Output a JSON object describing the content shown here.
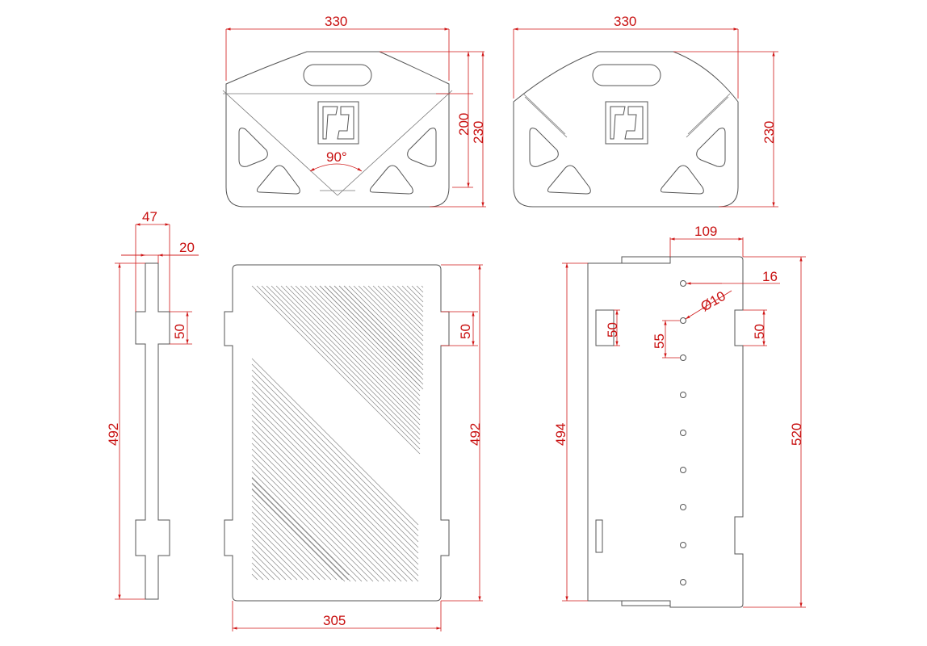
{
  "colors": {
    "dimension": "#c81010",
    "outline": "#555555",
    "background": "#ffffff"
  },
  "views": {
    "side_panel_a": {
      "width_label": "330",
      "height_label": "230",
      "inner_height_label": "200",
      "angle_label": "90°"
    },
    "side_panel_b": {
      "width_label": "330",
      "height_label": "230"
    },
    "edge_view": {
      "thickness_label": "47",
      "tab_label": "20",
      "slot_label": "50",
      "length_label": "492"
    },
    "slotted_plate": {
      "width_label": "305",
      "length_label": "492",
      "tab_label": "50"
    },
    "back_plate": {
      "top_width_label": "109",
      "offset_label": "16",
      "hole_label": "Ø10",
      "pitch_label": "55",
      "left_slot_label": "50",
      "right_slot_label": "50",
      "inner_length_label": "494",
      "overall_length_label": "520"
    }
  }
}
